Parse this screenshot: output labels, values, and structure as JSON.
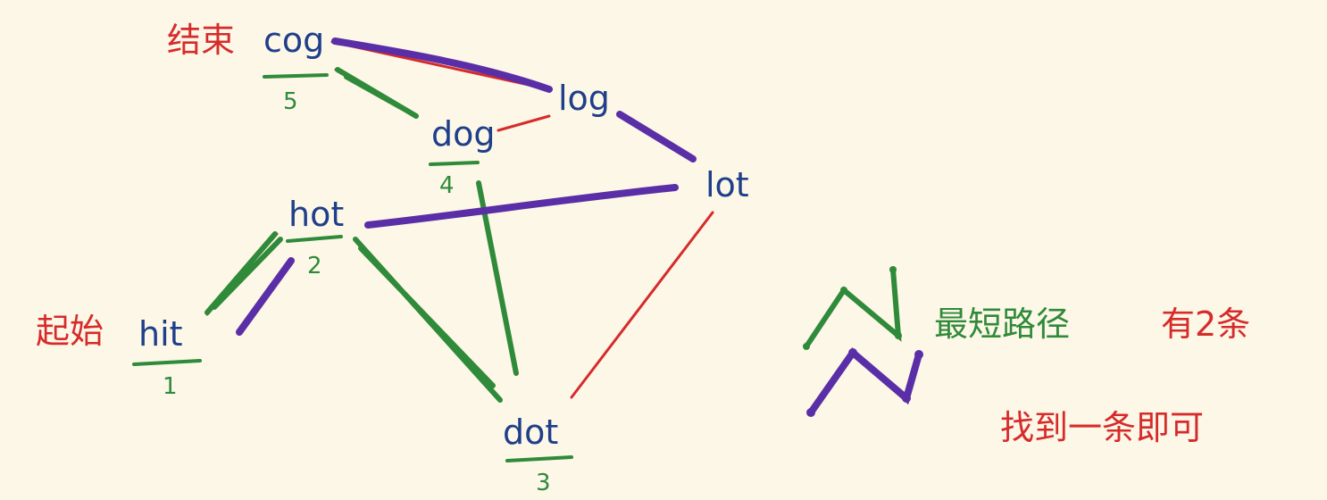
{
  "labels": {
    "end": "结束",
    "start": "起始",
    "shortest_paths": "最短路径",
    "count": "有2条",
    "find_one": "找到一条即可"
  },
  "nodes": {
    "cog": {
      "word": "cog",
      "level": "5"
    },
    "log": {
      "word": "log"
    },
    "dog": {
      "word": "dog",
      "level": "4"
    },
    "lot": {
      "word": "lot"
    },
    "hot": {
      "word": "hot",
      "level": "2"
    },
    "hit": {
      "word": "hit",
      "level": "1"
    },
    "dot": {
      "word": "dot",
      "level": "3"
    }
  },
  "colors": {
    "background": "#fdf7e7",
    "node_text": "#1f3f8a",
    "edge": "#d62b2b",
    "path_a": "#2f8a3a",
    "path_b": "#5a2ea6"
  }
}
